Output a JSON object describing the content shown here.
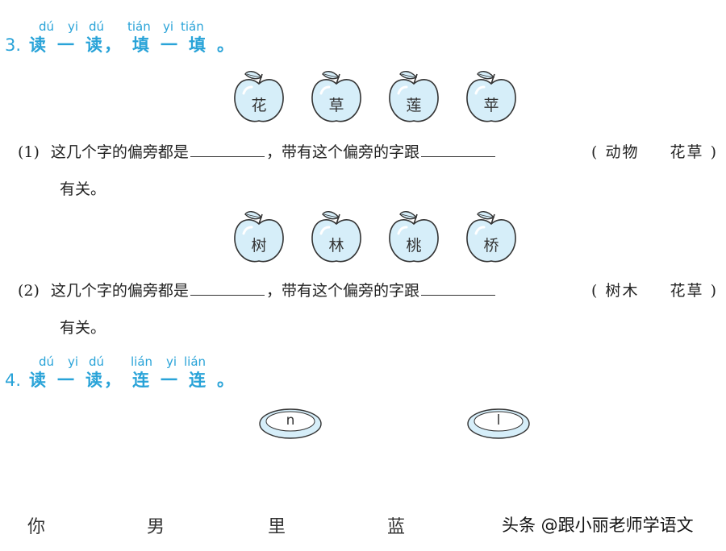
{
  "section3": {
    "number": "3.",
    "pinyin": [
      "dú",
      "yi",
      "dú",
      "tián",
      "yi",
      "tián"
    ],
    "chars": [
      "读",
      "一",
      "读",
      "，",
      "填",
      "一",
      "填",
      "。"
    ]
  },
  "q1": {
    "apples": [
      "花",
      "草",
      "莲",
      "苹"
    ],
    "label": "(1)",
    "text_a": "这几个字的偏旁都是",
    "text_b": "，带有这个偏旁的字跟",
    "opt_open": "(",
    "opt1": "动物",
    "opt2": "花草",
    "opt_close": ")",
    "cont": "有关。"
  },
  "q2": {
    "apples": [
      "树",
      "林",
      "桃",
      "桥"
    ],
    "label": "(2)",
    "text_a": "这几个字的偏旁都是",
    "text_b": "，带有这个偏旁的字跟",
    "opt_open": "(",
    "opt1": "树木",
    "opt2": "花草",
    "opt_close": ")",
    "cont": "有关。"
  },
  "section4": {
    "number": "4.",
    "pinyin": [
      "dú",
      "yi",
      "dú",
      "lián",
      "yi",
      "lián"
    ],
    "chars": [
      "读",
      "一",
      "读",
      "，",
      "连",
      "一",
      "连",
      "。"
    ],
    "dishes": [
      "n",
      "l"
    ],
    "words": [
      "你",
      "男",
      "里",
      "蓝"
    ]
  },
  "watermark": {
    "text": "头条 @跟小丽老师学语文"
  },
  "colors": {
    "accent": "#29a3d8",
    "apple_fill": "#d6eef9",
    "apple_stroke": "#333333"
  }
}
